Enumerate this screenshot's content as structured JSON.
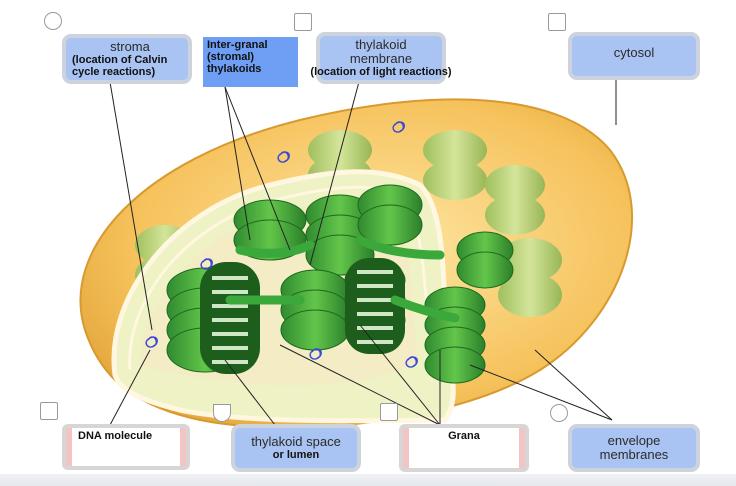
{
  "labels": {
    "stroma": {
      "main": "stroma",
      "sub": "(location of Calvin cycle reactions)"
    },
    "inter_granal": {
      "text": "Inter-granal (stromal) thylakoids"
    },
    "thylakoid_membrane": {
      "main": "thylakoid membrane",
      "sub": "(location of light reactions)"
    },
    "cytosol": {
      "main": "cytosol"
    },
    "dna": {
      "text": "DNA molecule"
    },
    "thylakoid_space": {
      "main": "thylakoid space",
      "sub": "or lumen"
    },
    "grana": {
      "text": "Grana"
    },
    "envelope": {
      "main": "envelope membranes"
    }
  },
  "colors": {
    "label_fill": "#a9c3f2",
    "label_border": "#cdd3dd",
    "highlight_label": "#6f9ef5",
    "envelope_outer": "#f3c56a",
    "thylakoid_green": "#3aa83a"
  }
}
